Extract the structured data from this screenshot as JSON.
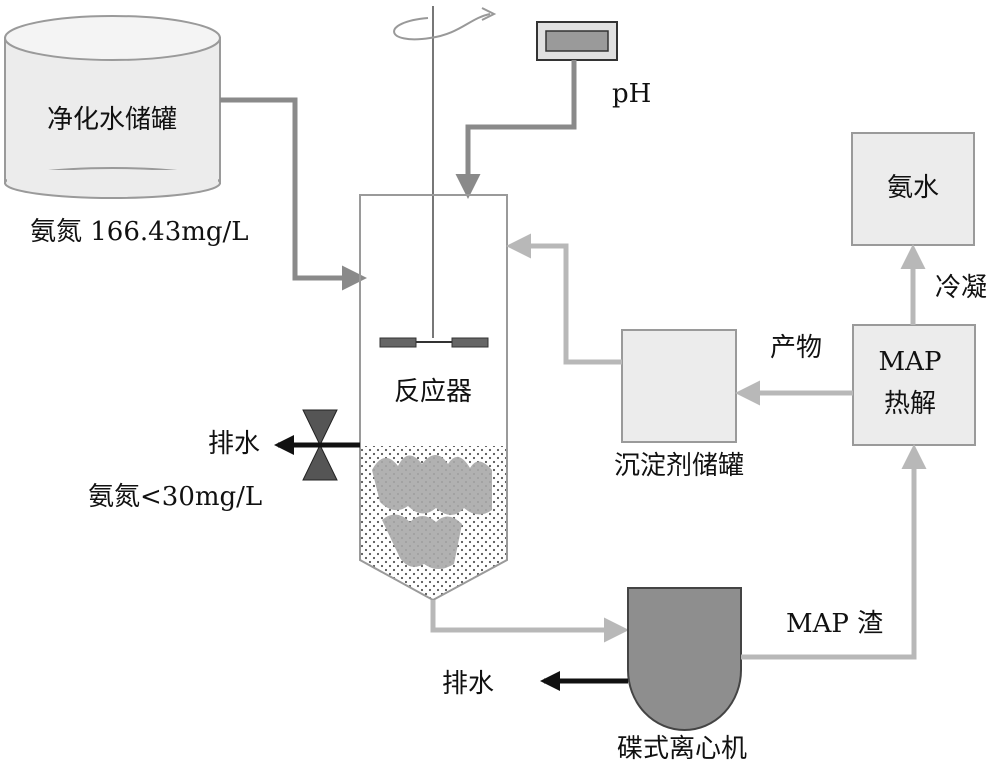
{
  "nodes": {
    "storage_tank": {
      "label": "净化水储罐",
      "caption": "氨氮 166.43mg/L"
    },
    "ph_meter": {
      "label": "pH"
    },
    "reactor": {
      "label": "反应器"
    },
    "ammonia_water": {
      "label": "氨水"
    },
    "map_pyrolysis": {
      "label_line1": "MAP",
      "label_line2": "热解"
    },
    "precipitant_tank": {
      "label": "沉淀剂储罐"
    },
    "centrifuge": {
      "label": "碟式离心机"
    }
  },
  "edges": {
    "condense": "冷凝",
    "product": "产物",
    "map_residue": "MAP 渣",
    "drain_reactor": "排水",
    "drain_reactor_caption": "氨氮<30mg/L",
    "drain_centrifuge": "排水"
  },
  "colors": {
    "pipe": "#8a8a8a",
    "pipe_light": "#b8b8b8",
    "outflow": "#111111",
    "box_fill": "#ececec",
    "box_stroke": "#9a9a9a",
    "centrifuge_fill": "#8e8e8e"
  }
}
